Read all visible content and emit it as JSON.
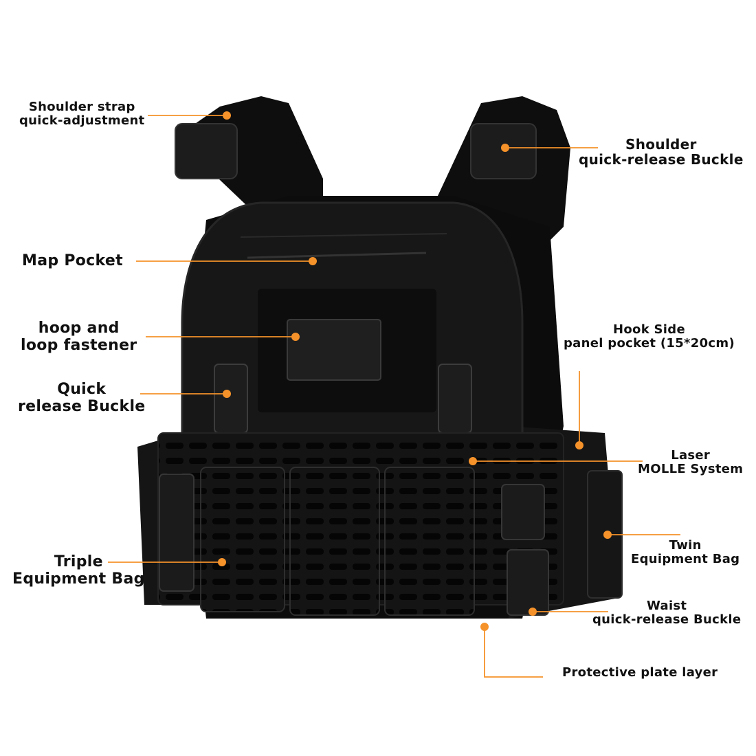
{
  "accent_color": "#f5922a",
  "vest_color": "#111111",
  "labels": {
    "shoulder_strap": [
      "Shoulder strap",
      "quick-adjustment"
    ],
    "shoulder_buckle": [
      "Shoulder",
      "quick-release Buckle"
    ],
    "map_pocket": [
      "Map Pocket"
    ],
    "hoop_loop": [
      "hoop and",
      "loop fastener"
    ],
    "quick_release": [
      "Quick",
      "release Buckle"
    ],
    "hook_side": [
      "Hook Side",
      "panel pocket (15*20cm)"
    ],
    "laser_molle": [
      "Laser",
      "MOLLE System"
    ],
    "triple_bag": [
      "Triple",
      "Equipment Bag"
    ],
    "twin_bag": [
      "Twin",
      "Equipment Bag"
    ],
    "waist_buckle": [
      "Waist",
      "quick-release Buckle"
    ],
    "plate_layer": [
      "Protective plate layer"
    ]
  }
}
